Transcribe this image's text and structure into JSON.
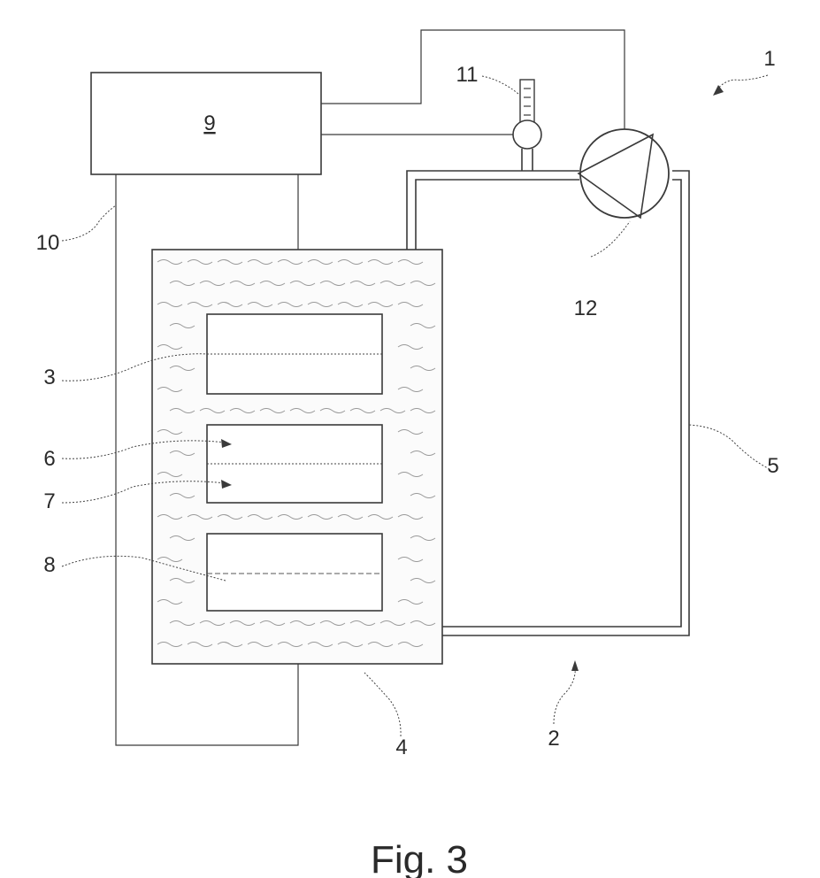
{
  "labels": {
    "system": "1",
    "cooling_circuit": "2",
    "component_a": "3",
    "tank": "4",
    "return_line": "5",
    "component_b_upper": "6",
    "component_b_lower": "7",
    "component_c": "8",
    "control_unit": "9",
    "control_line": "10",
    "temperature_sensor": "11",
    "pump": "12"
  },
  "caption": "Fig. 3"
}
